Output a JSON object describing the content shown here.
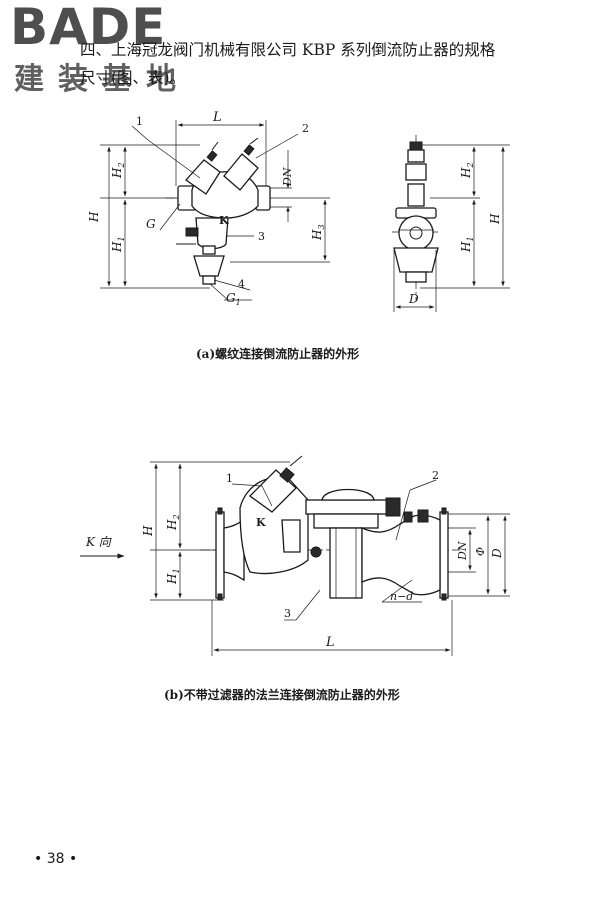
{
  "logo": {
    "word": "BADE",
    "chinese": "建装基地"
  },
  "heading": {
    "line1": "四、上海冠龙阀门机械有限公司 KBP 系列倒流防止器的规格",
    "line2": "尺寸(图、表)。"
  },
  "figure_a": {
    "caption": "(a)螺纹连接倒流防止器的外形",
    "front": {
      "leaders": [
        "1",
        "2",
        "3",
        "4"
      ],
      "dims": {
        "L": "L",
        "H": "H",
        "H1": "H",
        "H2": "H",
        "H3": "H",
        "DN": "DN",
        "G": "G",
        "G1": "G"
      },
      "subscripts": {
        "H1": "1",
        "H2": "2",
        "H3": "3",
        "G1": "1"
      },
      "mark": "K"
    },
    "side": {
      "dims": {
        "H": "H",
        "H1": "H",
        "H2": "H",
        "D": "D"
      },
      "subscripts": {
        "H1": "1",
        "H2": "2"
      }
    }
  },
  "figure_b": {
    "caption": "(b)不带过滤器的法兰连接倒流防止器的外形",
    "view_label": "K 向",
    "leaders": [
      "1",
      "2",
      "3"
    ],
    "dims": {
      "H": "H",
      "H1": "H",
      "H2": "H",
      "L": "L",
      "DN": "DN",
      "D": "D",
      "phi": "Φ",
      "nd": "n−d"
    },
    "subscripts": {
      "H1": "1",
      "H2": "2"
    },
    "mark": "K"
  },
  "footer": {
    "page_number": "• 38 •"
  }
}
